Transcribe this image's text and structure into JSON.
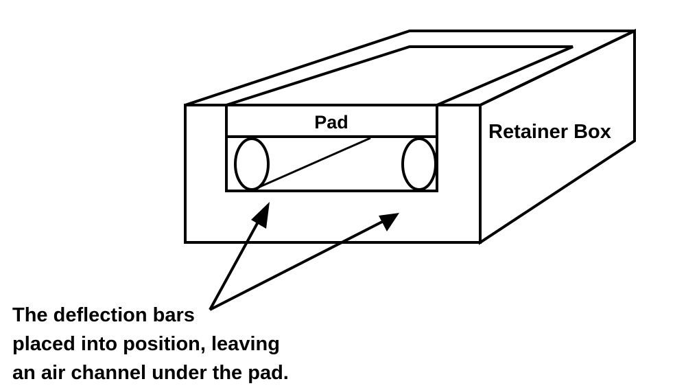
{
  "labels": {
    "pad": "Pad",
    "retainer_box": "Retainer Box"
  },
  "caption": {
    "lines": [
      "The deflection bars",
      "placed into position, leaving",
      "an air channel under the pad."
    ]
  },
  "colors": {
    "line": "#000000",
    "background": "#ffffff"
  }
}
